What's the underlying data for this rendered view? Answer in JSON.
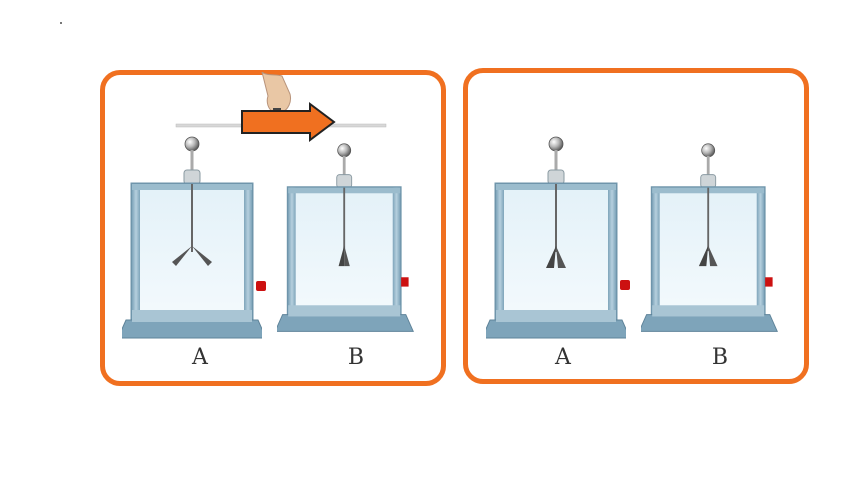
{
  "colors": {
    "panel_border": "#f07020",
    "arrow_fill": "#f07020",
    "knob": "#cc1111",
    "frame": "#8fb2c6",
    "glass": "#e8f4fa"
  },
  "left_panel": {
    "labels": [
      "A",
      "B"
    ],
    "icons": [
      "hand-icon",
      "arrow-right-icon",
      "charged-rod-icon"
    ]
  },
  "right_panel": {
    "labels": [
      "A",
      "B"
    ]
  }
}
